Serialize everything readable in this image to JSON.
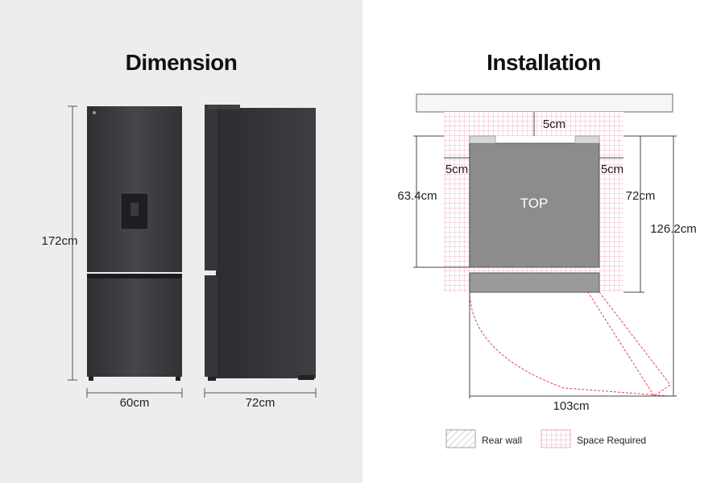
{
  "dimension": {
    "title": "Dimension",
    "height_label": "172cm",
    "width_label": "60cm",
    "depth_label": "72cm"
  },
  "installation": {
    "title": "Installation",
    "top_gap": "5cm",
    "left_gap": "5cm",
    "right_gap": "5cm",
    "depth_label": "63.4cm",
    "cabinet_depth_label": "72cm",
    "open_depth_label": "126.2cm",
    "open_width_label": "103cm",
    "top_label": "TOP"
  },
  "legend": {
    "rear_wall": "Rear wall",
    "space_required": "Space Required"
  },
  "colors": {
    "fridge_body": "#3b3c3f",
    "space_grid": "#e89ab8",
    "door_swing": "#e0464f"
  }
}
